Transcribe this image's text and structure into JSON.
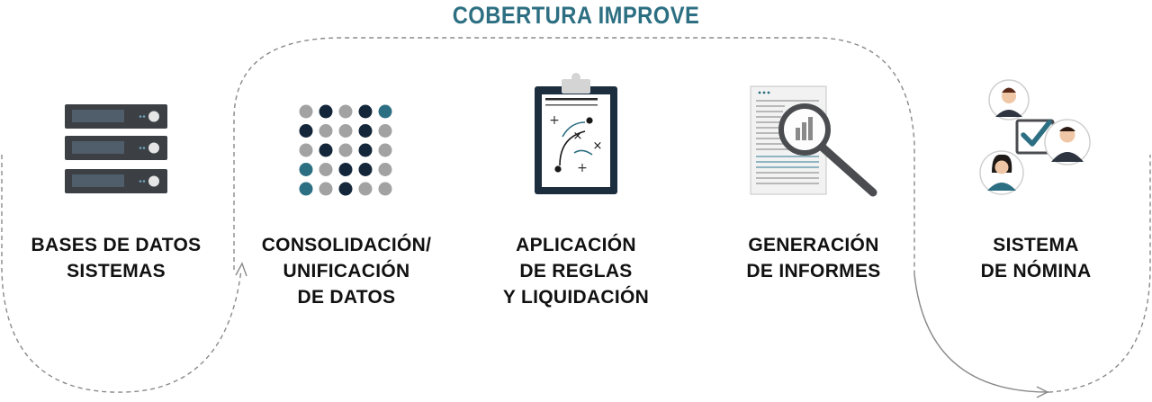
{
  "title": "COBERTURA IMPROVE",
  "steps": [
    {
      "icon": "server-icon",
      "lines": [
        "BASES DE DATOS",
        "SISTEMAS"
      ]
    },
    {
      "icon": "dot-grid-icon",
      "lines": [
        "CONSOLIDACIÓN/",
        "UNIFICACIÓN",
        "DE DATOS"
      ]
    },
    {
      "icon": "clipboard-icon",
      "lines": [
        "APLICACIÓN",
        "DE REGLAS",
        "Y LIQUIDACIÓN"
      ]
    },
    {
      "icon": "report-magnifier-icon",
      "lines": [
        "GENERACIÓN",
        "DE INFORMES"
      ]
    },
    {
      "icon": "people-check-icon",
      "lines": [
        "SISTEMA",
        "DE NÓMINA"
      ]
    }
  ],
  "colors": {
    "accent": "#2d6f82",
    "navy": "#13263a",
    "grey": "#9a9a9a",
    "text": "#111111"
  }
}
